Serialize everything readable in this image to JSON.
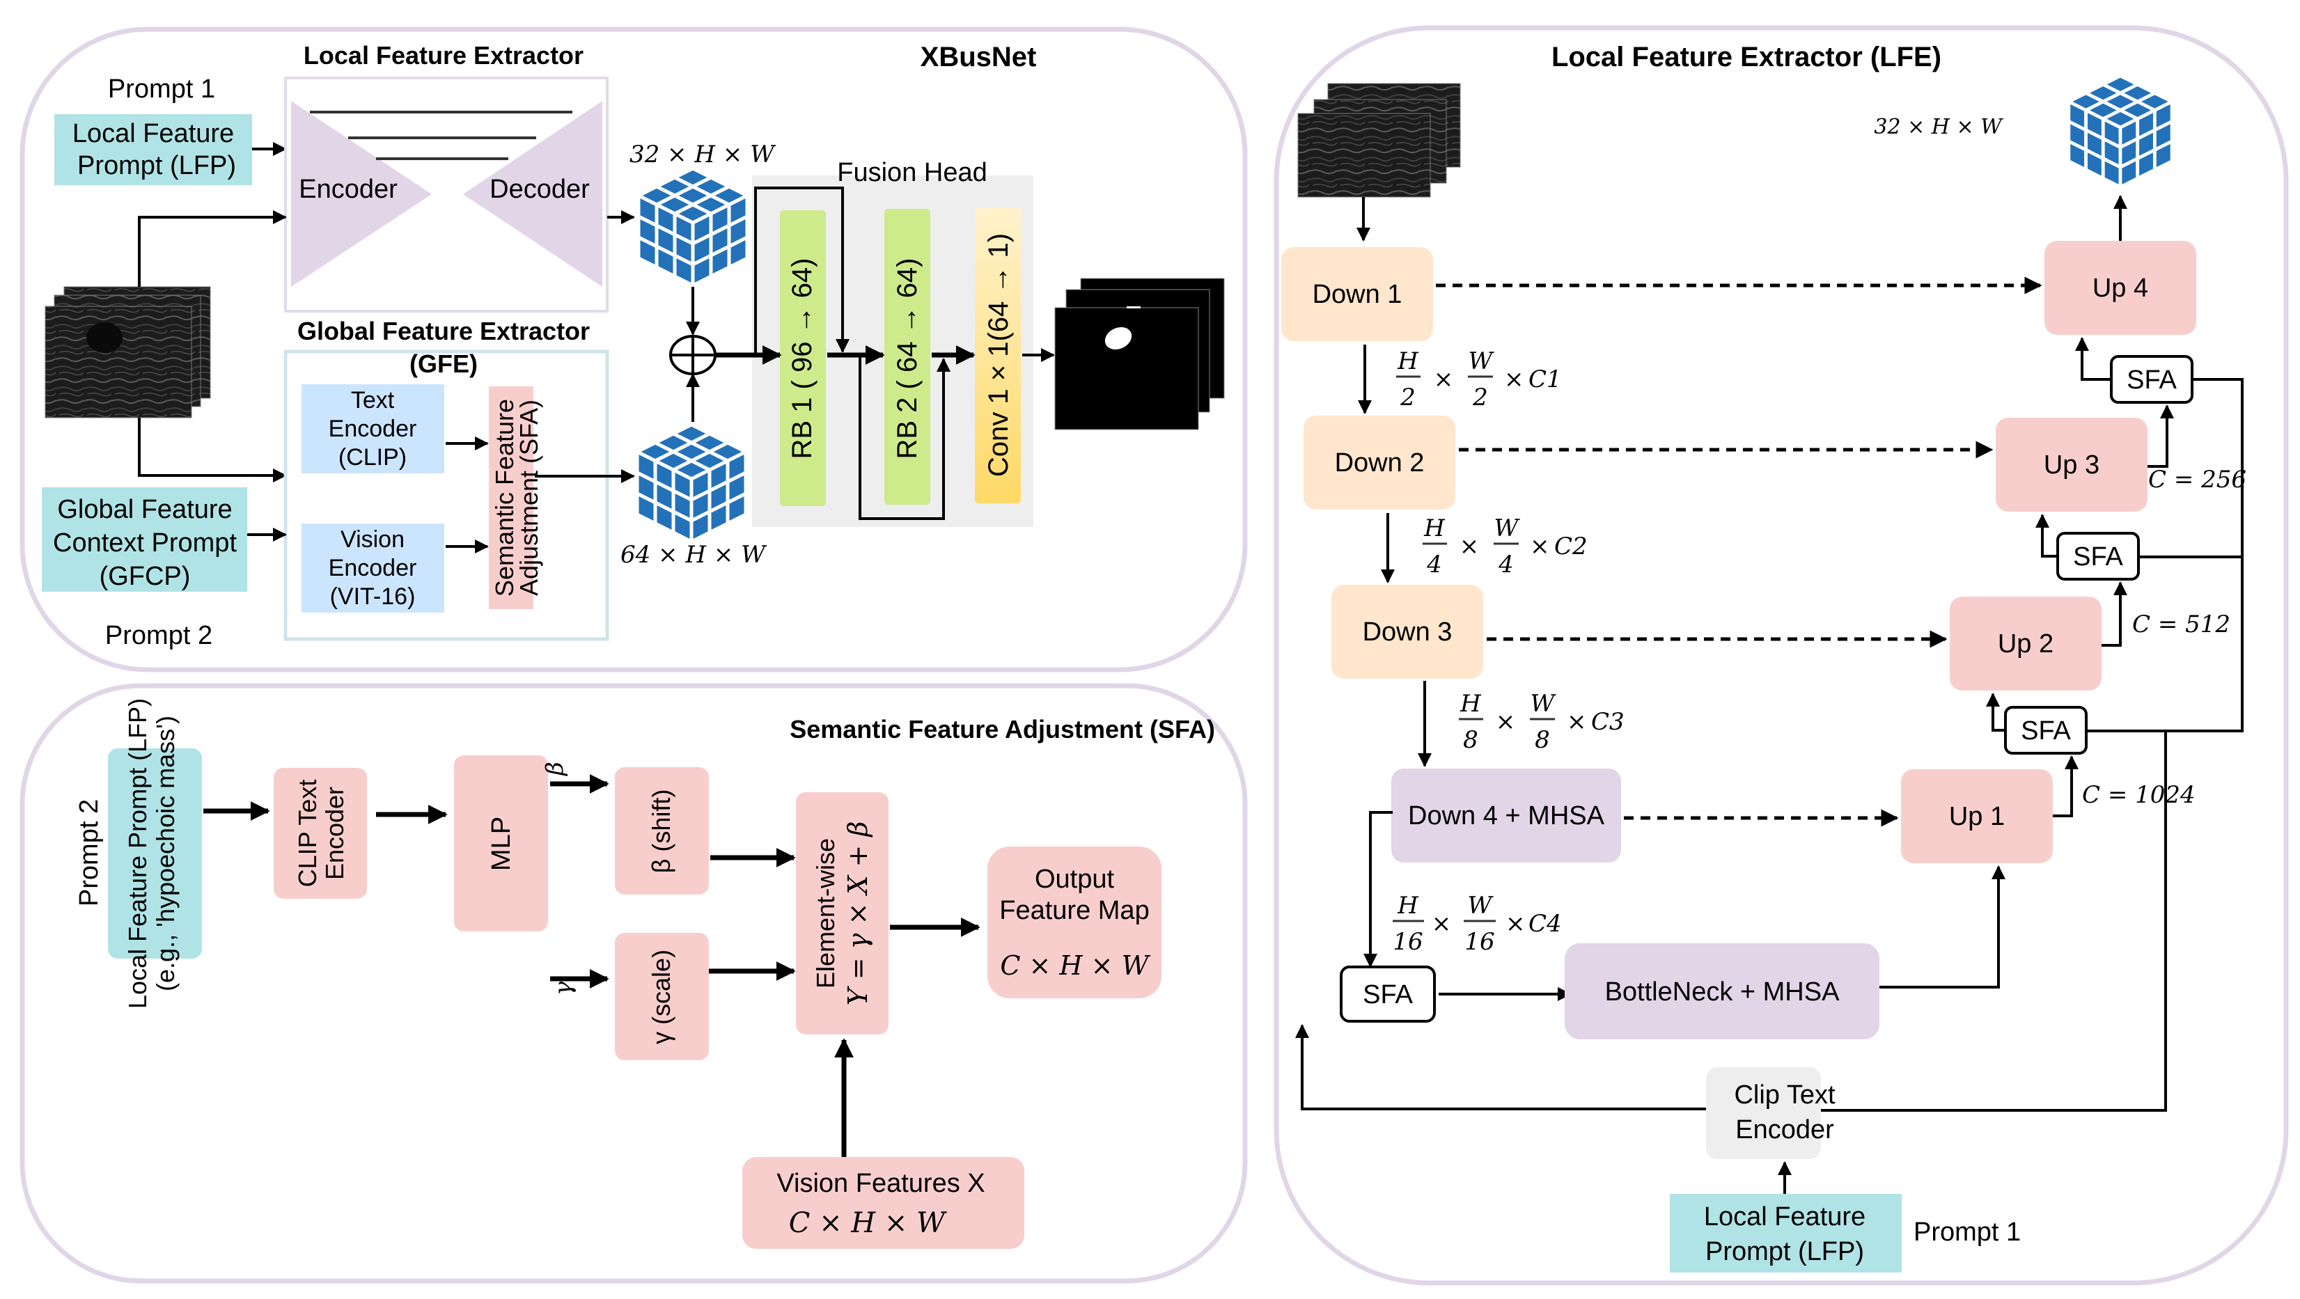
{
  "figure": {
    "main_panel": {
      "title": "XBusNet",
      "lfe_title_line1": "Local Feature Extractor",
      "lfe_title_line2": "(LFE)",
      "gfe_title_line1": "Global Feature Extractor",
      "gfe_title_line2": "(GFE)",
      "prompt1_label": "Prompt 1",
      "prompt2_label": "Prompt 2",
      "lfp_box": [
        "Local Feature",
        "Prompt (LFP)"
      ],
      "gfcp_box": [
        "Global Feature",
        "Context Prompt",
        "(GFCP)"
      ],
      "encoder_label": "Encoder",
      "decoder_label": "Decoder",
      "text_encoder_box": [
        "Text",
        "Encoder",
        "(CLIP)"
      ],
      "vision_encoder_box": [
        "Vision",
        "Encoder",
        "(VIT-16)"
      ],
      "sfa_vertical": [
        "Semantic Feature",
        "Adjustment (SFA)"
      ],
      "lfe_output_dims": "32 × H × W",
      "gfe_output_dims": "64 × H × W",
      "fusion_head_label": "Fusion Head",
      "fusion_operator": "⊕",
      "rb1_label": "RB 1 ( 96 → 64)",
      "rb2_label": "RB 2 ( 64 → 64)",
      "conv_label": "Conv  1 × 1(64 → 1)",
      "input_image": "breast-ultrasound-stack",
      "output_image": "segmentation-mask-stack"
    },
    "sfa_panel": {
      "title": "Semantic Feature Adjustment (SFA)",
      "prompt_label": "Prompt 2",
      "lfp_box": [
        "Local Feature Prompt (LFP)",
        "(e.g., 'hypoechoic mass')"
      ],
      "clip_box": [
        "CLIP Text",
        "Encoder"
      ],
      "mlp_box": "MLP",
      "beta_arrow_label": "β",
      "gamma_arrow_label": "γ",
      "beta_box": "β (shift)",
      "gamma_box": "γ (scale)",
      "elementwise_box": [
        "Element-wise",
        "Y = γ × X + β"
      ],
      "output_box": [
        "Output",
        "Feature Map",
        "C × H × W"
      ],
      "vision_box": [
        "Vision Features X",
        "C × H × W"
      ]
    },
    "lfe_panel": {
      "title": "Local Feature Extractor (LFE)",
      "input_image": "breast-ultrasound-stack",
      "output_dims": "32 × H × W",
      "down_blocks": [
        "Down 1",
        "Down 2",
        "Down 3",
        "Down 4 + MHSA"
      ],
      "up_blocks": [
        "Up 4",
        "Up 3",
        "Up 2",
        "Up 1"
      ],
      "bottleneck": "BottleNeck + MHSA",
      "sfa_label": "SFA",
      "dims": [
        {
          "num": "H",
          "den": "2",
          "num2": "W",
          "den2": "2",
          "c": "C1"
        },
        {
          "num": "H",
          "den": "4",
          "num2": "W",
          "den2": "4",
          "c": "C2"
        },
        {
          "num": "H",
          "den": "8",
          "num2": "W",
          "den2": "8",
          "c": "C3"
        },
        {
          "num": "H",
          "den": "16",
          "num2": "W",
          "den2": "16",
          "c": "C4"
        }
      ],
      "channel_labels": [
        "C = 256",
        "C = 512",
        "C = 1024"
      ],
      "clip_box": [
        "Clip Text",
        "Encoder"
      ],
      "lfp_box": [
        "Local Feature",
        "Prompt (LFP)"
      ],
      "prompt_label": "Prompt 1"
    },
    "colors": {
      "panel_border": "#e0d6e8",
      "prompt_teal": "#b0e3e6",
      "encoder_purple": "#e1d5e7",
      "clip_blue": "#cce5ff",
      "sfa_pink": "#f8cecc",
      "down_orange": "#ffe6cc",
      "mhsa_purple": "#e1d5e7",
      "rb_green": "#cdeb8b",
      "conv_yellow_top": "#fff2cc",
      "conv_yellow_bottom": "#ffd966",
      "fusion_gray": "#eeeeee",
      "cube_blue": "#2372b9",
      "gfe_border": "#d0e3ec"
    }
  }
}
